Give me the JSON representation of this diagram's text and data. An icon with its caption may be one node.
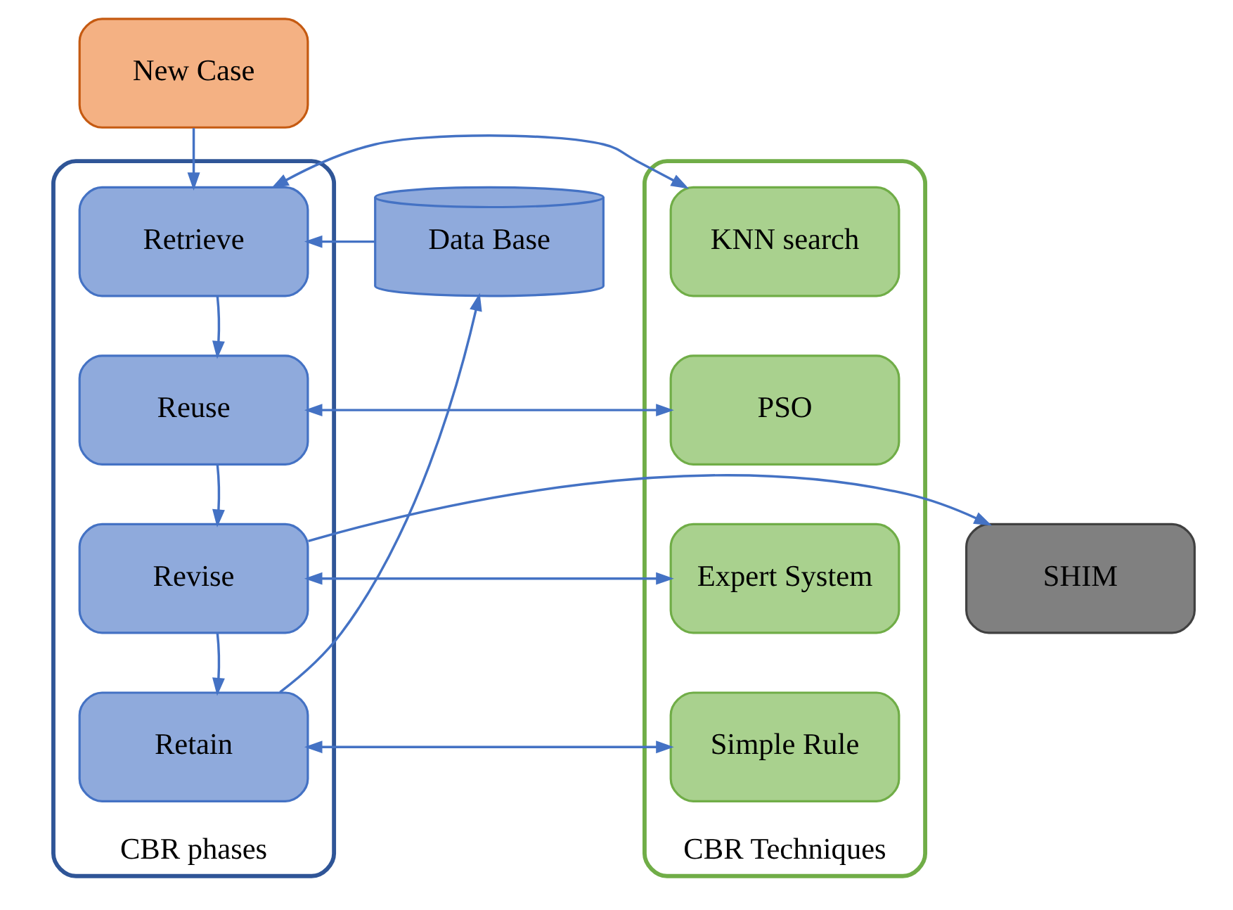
{
  "diagram": {
    "nodes": [
      {
        "text": [
          "New Case"
        ]
      },
      {
        "text": [
          "Data Base"
        ]
      },
      {
        "text": [
          "CBR phases"
        ]
      },
      {
        "text": [
          "Retrieve"
        ],
        "in": 2
      },
      {
        "text": [
          "Reuse"
        ],
        "in": 2
      },
      {
        "text": [
          "Revise"
        ],
        "in": 2
      },
      {
        "text": [
          "Retain"
        ],
        "in": 2
      },
      {
        "text": [
          "CBR Techniques"
        ]
      },
      {
        "text": [
          "KNN search"
        ],
        "in": 7
      },
      {
        "text": [
          "PSO"
        ],
        "in": 7
      },
      {
        "text": [
          "Expert System"
        ],
        "in": 7
      },
      {
        "text": [
          "Simple Rule"
        ],
        "in": 7
      },
      {
        "text": [
          "SHIM"
        ]
      }
    ],
    "edges": [
      {
        "from": 0,
        "to": 3,
        "arrow": "to"
      },
      {
        "from": 1,
        "to": 3,
        "arrow": "to"
      },
      {
        "from": 3,
        "to": 4,
        "arrow": "to"
      },
      {
        "from": 4,
        "to": 5,
        "arrow": "to"
      },
      {
        "from": 5,
        "to": 6,
        "arrow": "to"
      },
      {
        "from": 3,
        "to": 8,
        "arrow": "both"
      },
      {
        "from": 4,
        "to": 9,
        "arrow": "both"
      },
      {
        "from": 5,
        "to": 10,
        "arrow": "both"
      },
      {
        "from": 6,
        "to": 11,
        "arrow": "both"
      },
      {
        "from": 5,
        "to": 12,
        "arrow": "to"
      },
      {
        "from": 6,
        "to": 1,
        "arrow": "to"
      }
    ]
  }
}
